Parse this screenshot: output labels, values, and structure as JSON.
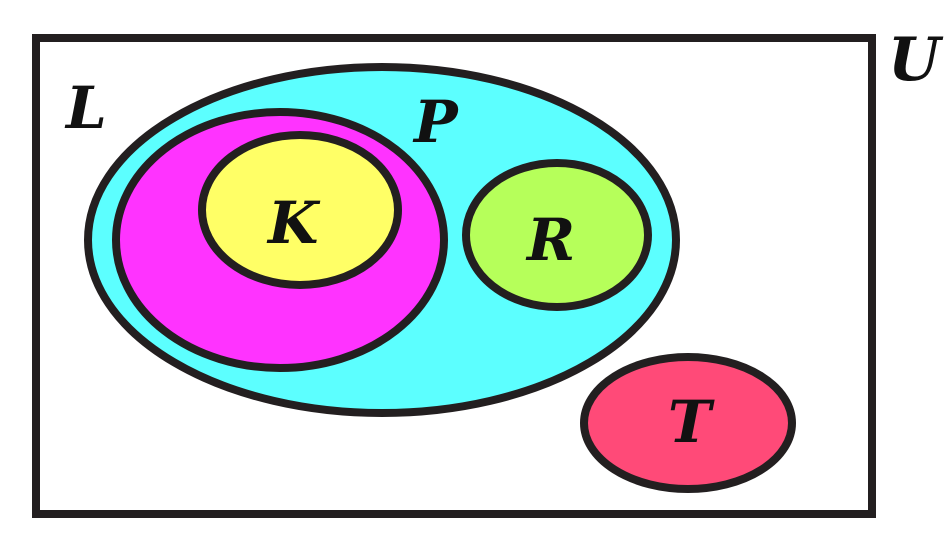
{
  "labels": {
    "universe": "U",
    "L": "L",
    "P": "P",
    "K": "K",
    "R": "R",
    "T": "T"
  },
  "colors": {
    "background": "#ffffff",
    "outline": "#231f20",
    "P": "#5cffff",
    "L": "#ff33ff",
    "K": "#ffff66",
    "R": "#b6ff5a",
    "T": "#ff4a78"
  }
}
